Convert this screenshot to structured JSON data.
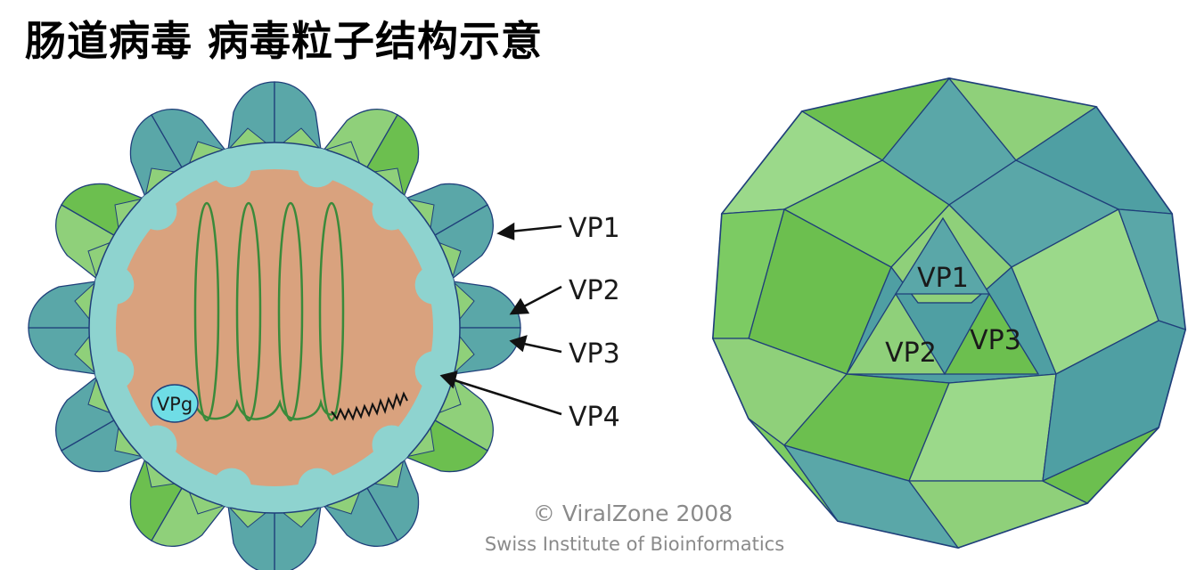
{
  "title": "肠道病毒 病毒粒子结构示意",
  "cross_section": {
    "labels": {
      "vp1": "VP1",
      "vp2": "VP2",
      "vp3": "VP3",
      "vp4": "VP4",
      "vpg": "VPg"
    }
  },
  "capsid_surface": {
    "labels": {
      "vp1": "VP1",
      "vp2": "VP2",
      "vp3": "VP3"
    }
  },
  "credit": {
    "line1": "© ViralZone 2008",
    "line2": "Swiss Institute of Bioinformatics"
  },
  "colors": {
    "core": "#d9a27e",
    "vp1": "#5aa7a8",
    "vp2": "#8fd07a",
    "vp3": "#6cbf4f",
    "vp4": "#8ed3cf",
    "rna": "#3a8a3a",
    "outline": "#1f3f7a"
  }
}
